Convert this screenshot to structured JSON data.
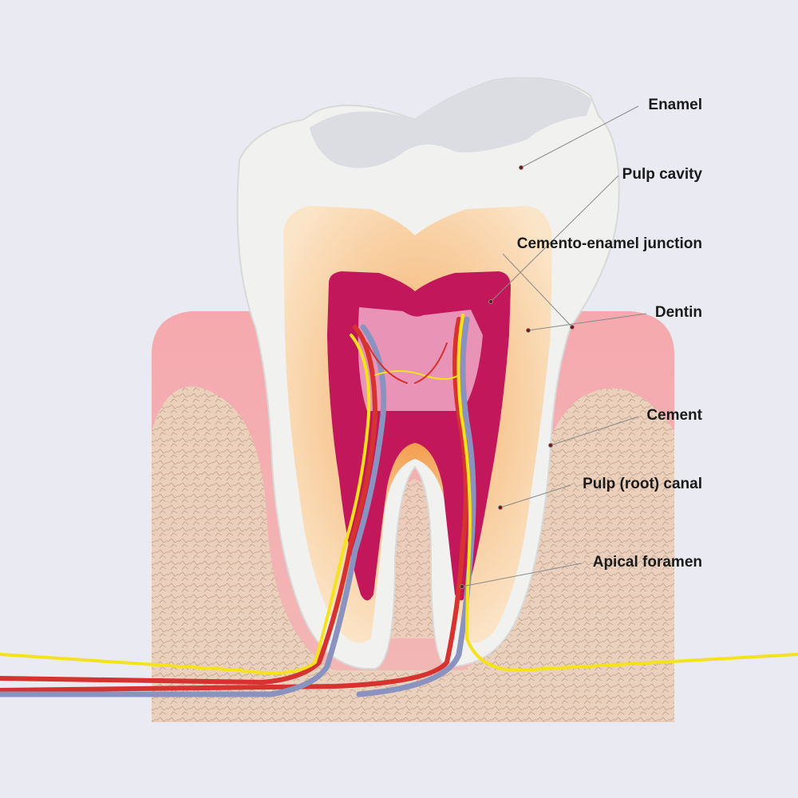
{
  "labels": [
    {
      "id": "enamel",
      "text": "Enamel"
    },
    {
      "id": "pulp-cavity",
      "text": "Pulp cavity"
    },
    {
      "id": "cemento-enamel-junction",
      "text": "Cemento-enamel junction"
    },
    {
      "id": "dentin",
      "text": "Dentin"
    },
    {
      "id": "cement",
      "text": "Cement"
    },
    {
      "id": "pulp-root-canal",
      "text": "Pulp (root) canal"
    },
    {
      "id": "apical-foramen",
      "text": "Apical foramen"
    }
  ],
  "colors": {
    "background": "#e9eaf2",
    "enamel": "#f1f1ef",
    "dentin": "#f7cf9e",
    "pulp": "#c2185b",
    "gum": "#f2a7ad",
    "bone": "#ead2bd",
    "nerve": "#f4e21c",
    "artery": "#d6322f",
    "vein": "#8a93bf"
  }
}
